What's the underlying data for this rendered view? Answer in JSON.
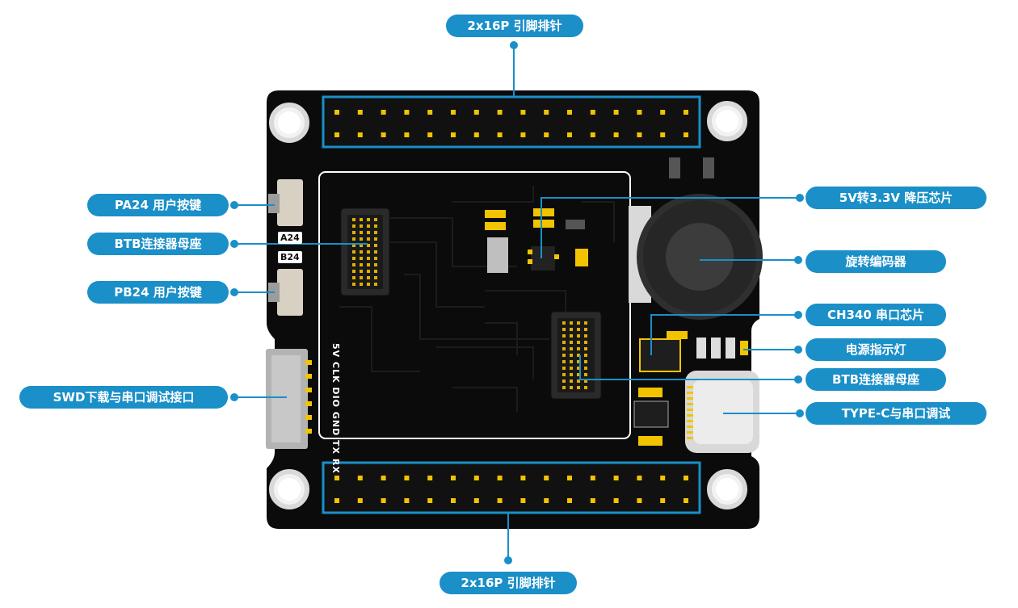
{
  "board": {
    "silkscreen_a": "A24",
    "silkscreen_b": "B24",
    "swd_pins": "5V CLK DIO GND TX RX"
  },
  "callouts": {
    "top_header": "2x16P 引脚排针",
    "bottom_header": "2x16P 引脚排针",
    "pa24_button": "PA24 用户按键",
    "btb_left": "BTB连接器母座",
    "pb24_button": "PB24 用户按键",
    "swd": "SWD下载与串口调试接口",
    "ldo": "5V转3.3V 降压芯片",
    "encoder": "旋转编码器",
    "ch340": "CH340 串口芯片",
    "power_led": "电源指示灯",
    "btb_right": "BTB连接器母座",
    "typec": "TYPE-C与串口调试"
  },
  "colors": {
    "accent": "#1a8fc8",
    "pcb": "#0b0b0b",
    "pin": "#f2c400"
  }
}
